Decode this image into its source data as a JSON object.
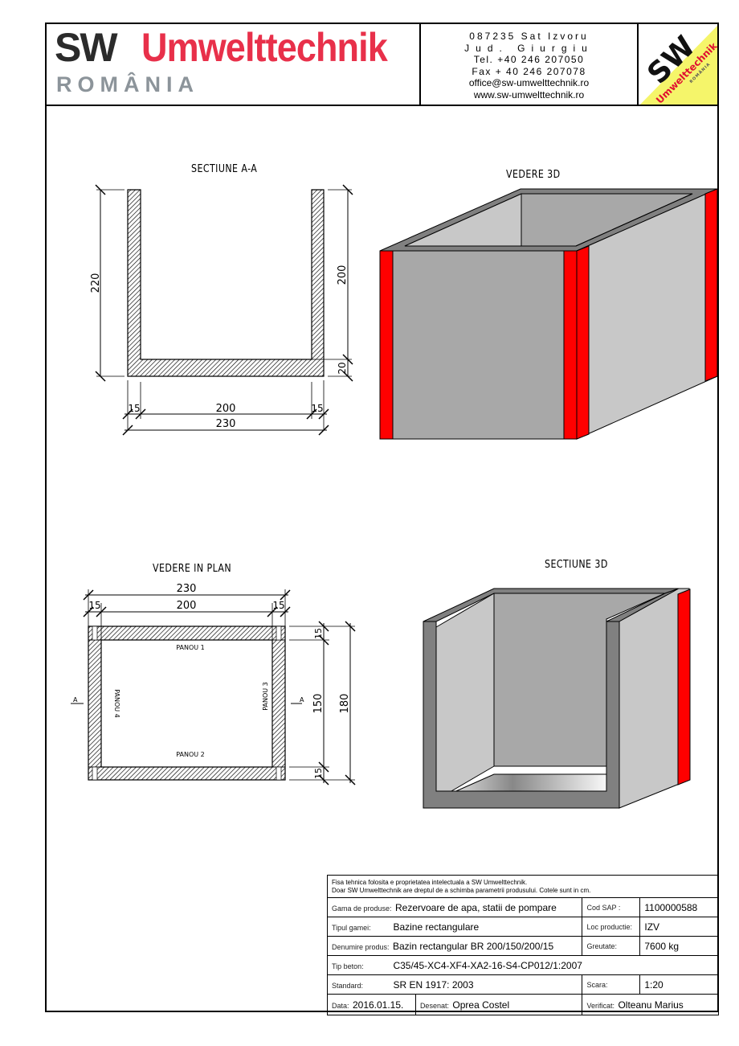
{
  "header": {
    "brand_prefix": "SW",
    "brand_name": "Umwelttechnik",
    "brand_country": "ROMÂNIA",
    "contact": {
      "address": "087235 Sat Izvoru",
      "county": "Jud. Giurgiu",
      "tel": "Tel. +40 246 207050",
      "fax": "Fax + 40 246 207078",
      "email": "office@sw-umwelttechnik.ro",
      "web": "www.sw-umwelttechnik.ro"
    },
    "logo": {
      "sw": "SW",
      "name": "Umwelttechnik",
      "country": "ROMÂNIA",
      "bg_color": "#f5f56a",
      "text_color": "#e01030"
    }
  },
  "drawings": {
    "section_aa": {
      "title": "SECTIUNE A-A",
      "dims": {
        "total_height": "220",
        "inner_height": "200",
        "floor": "20",
        "wall_left": "15",
        "inner_width": "200",
        "wall_right": "15",
        "total_width": "230"
      }
    },
    "view_3d": {
      "title": "VEDERE    3D",
      "accent_color": "#ff0000",
      "face_dark": "#a8a8a8",
      "face_light": "#c8c8c8",
      "rim": "#808080"
    },
    "plan_view": {
      "title": "VEDERE IN PLAN",
      "dims": {
        "total_width": "230",
        "wall_left": "15",
        "inner_width": "200",
        "wall_right": "15",
        "wall_top": "15",
        "inner_depth": "150",
        "wall_bottom": "15",
        "total_depth": "180"
      },
      "panels": {
        "p1": "PANOU 1",
        "p2": "PANOU 2",
        "p3": "PANOU 3",
        "p4": "PANOU 4"
      },
      "section_marker": "A"
    },
    "section_3d": {
      "title": "SECTIUNE 3D"
    }
  },
  "title_block": {
    "note_line1": "Fisa tehnica folosita e proprietatea intelectuala a SW Umwelttechnik.",
    "note_line2": "Doar SW Umwelttechnik are dreptul de a schimba parametrii produsului. Cotele sunt in cm.",
    "gama_label": "Gama de produse:",
    "gama_value": "Rezervoare de apa, statii de pompare",
    "cod_sap_label": "Cod SAP :",
    "cod_sap_value": "1100000588",
    "tipul_label": "Tipul gamei:",
    "tipul_value": "Bazine rectangulare",
    "loc_label": "Loc productie:",
    "loc_value": "IZV",
    "denumire_label": "Denumire produs:",
    "denumire_value": "Bazin rectangular BR 200/150/200/15",
    "greutate_label": "Greutate:",
    "greutate_value": "7600 kg",
    "beton_label": "Tip beton:",
    "beton_value": "C35/45-XC4-XF4-XA2-16-S4-CP012/1:2007",
    "standard_label": "Standard:",
    "standard_value": "SR EN 1917: 2003",
    "scara_label": "Scara:",
    "scara_value": "1:20",
    "data_label": "Data:",
    "data_value": "2016.01.15.",
    "desenat_label": "Desenat:",
    "desenat_value": "Oprea Costel",
    "verificat_label": "Verificat:",
    "verificat_value": "Olteanu Marius"
  }
}
